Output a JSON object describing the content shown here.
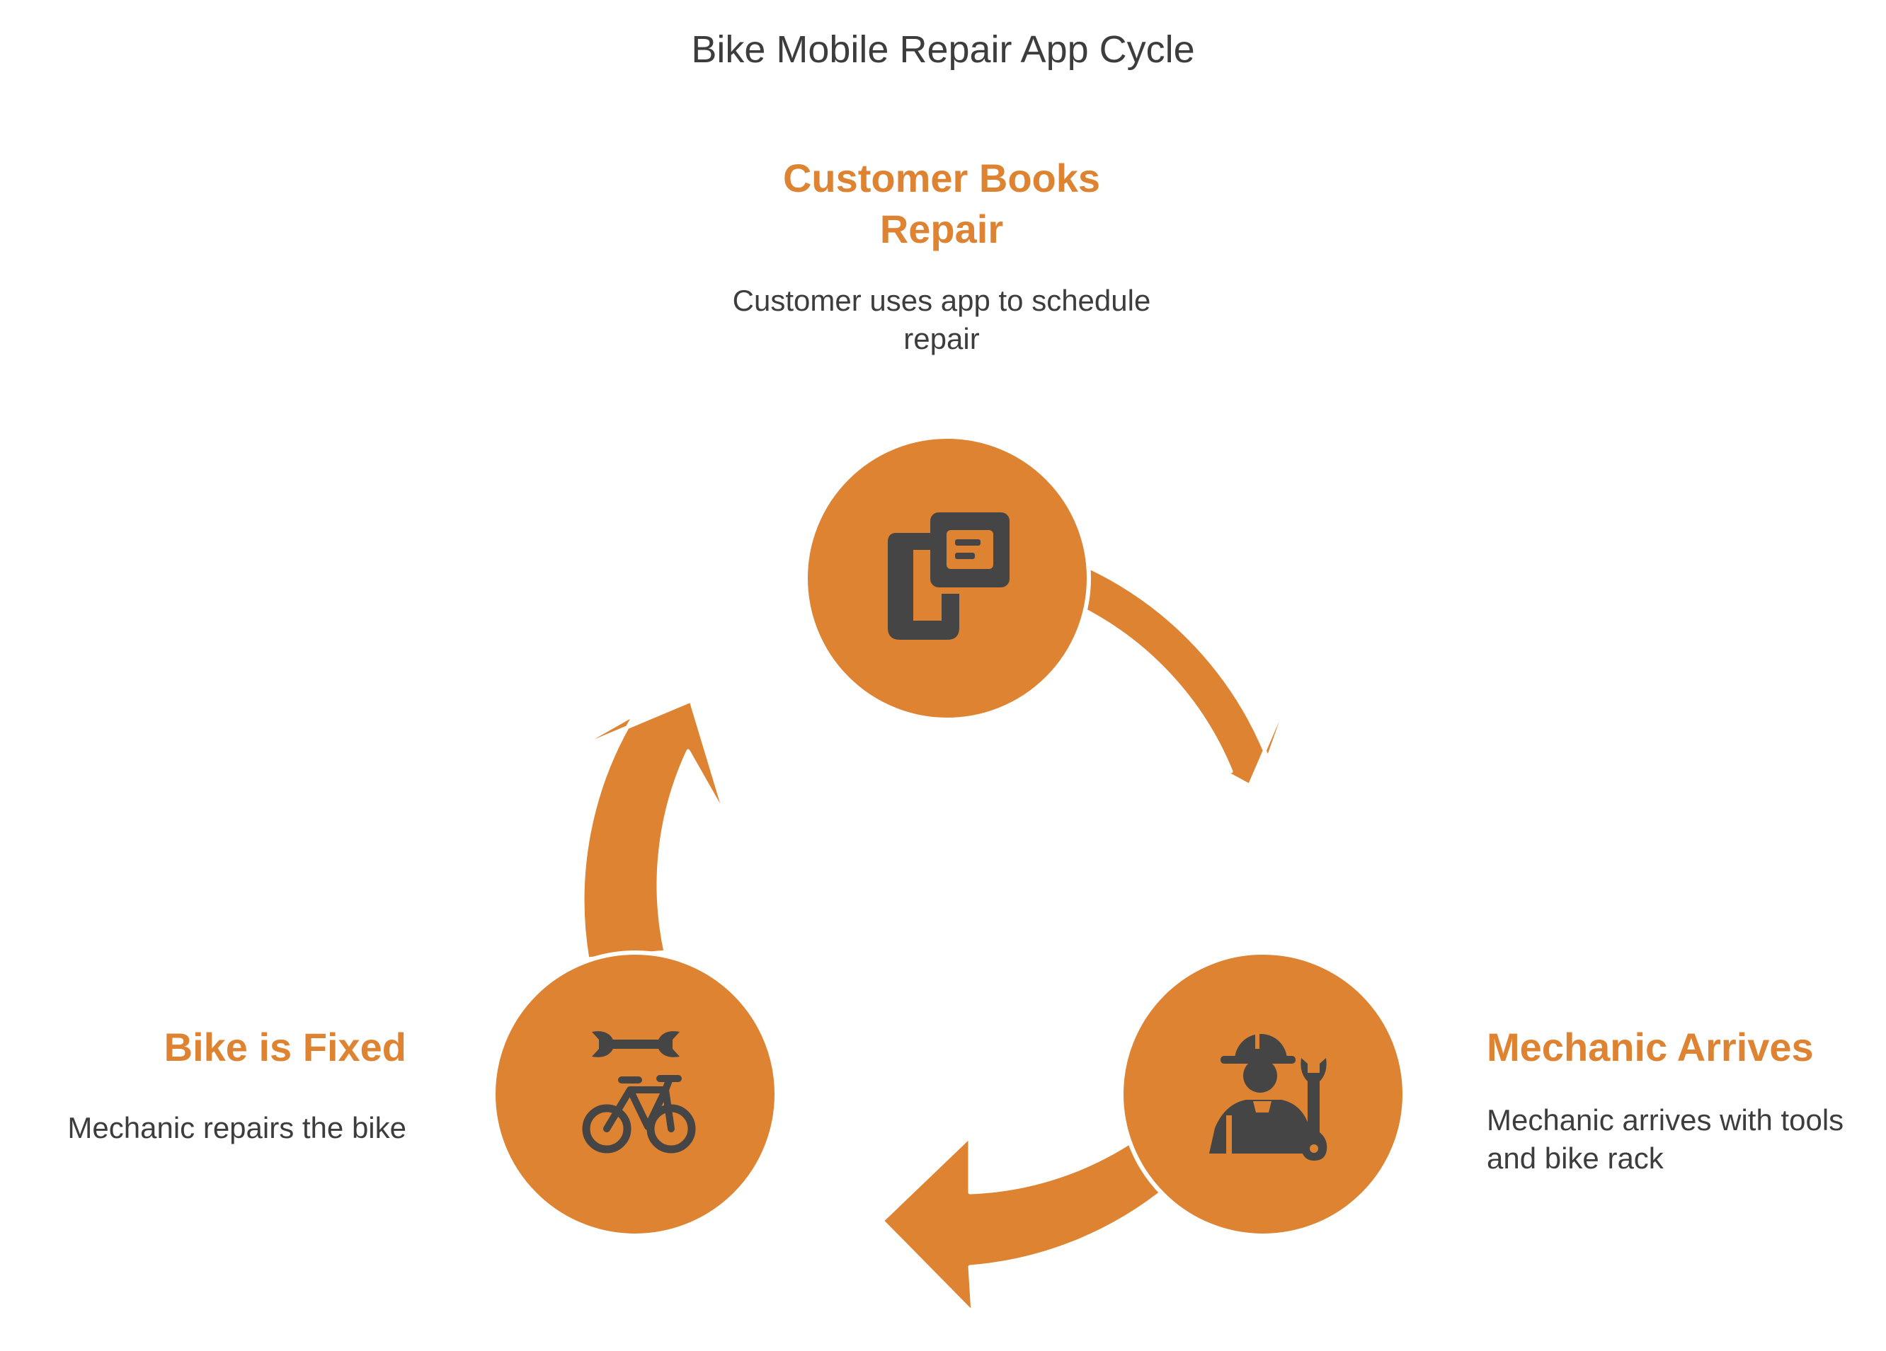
{
  "title": "Bike Mobile Repair App Cycle",
  "colors": {
    "accent": "#de8331",
    "icon": "#454545",
    "text": "#3d3d3d",
    "background": "#ffffff"
  },
  "steps": [
    {
      "title": "Customer Books Repair",
      "description": "Customer uses app to schedule repair",
      "icon": "phone-document-icon"
    },
    {
      "title": "Mechanic Arrives",
      "description": "Mechanic arrives with tools and bike rack",
      "icon": "mechanic-wrench-icon"
    },
    {
      "title": "Bike is Fixed",
      "description": "Mechanic repairs the bike",
      "icon": "wrench-bicycle-icon"
    }
  ]
}
